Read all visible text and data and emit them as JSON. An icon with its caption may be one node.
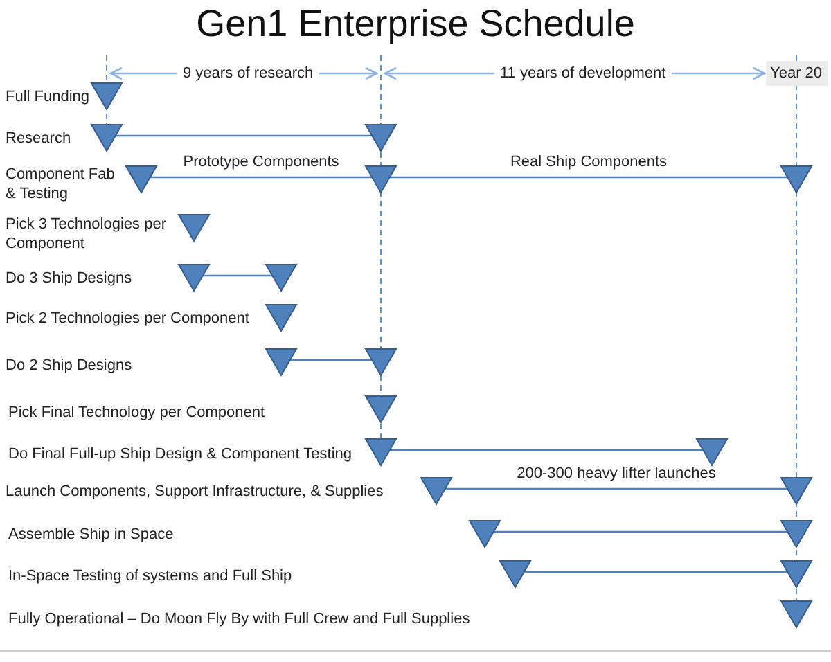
{
  "diagram": {
    "title": "Gen1 Enterprise Schedule",
    "nodes": [
      {
        "text": [],
        "shape": "triangle"
      },
      {
        "text": [],
        "shape": "triangle"
      },
      {
        "text": [],
        "shape": "triangle"
      },
      {
        "text": [],
        "shape": "triangle"
      },
      {
        "text": [],
        "shape": "triangle"
      },
      {
        "text": [],
        "shape": "triangle"
      },
      {
        "text": [],
        "shape": "triangle"
      },
      {
        "text": [],
        "shape": "triangle"
      },
      {
        "text": [],
        "shape": "triangle"
      },
      {
        "text": [],
        "shape": "triangle"
      },
      {
        "text": [],
        "shape": "triangle"
      },
      {
        "text": [],
        "shape": "triangle"
      },
      {
        "text": [],
        "shape": "triangle"
      },
      {
        "text": [],
        "shape": "triangle"
      },
      {
        "text": [],
        "shape": "triangle"
      },
      {
        "text": [],
        "shape": "triangle"
      },
      {
        "text": [],
        "shape": "triangle"
      },
      {
        "text": [],
        "shape": "triangle"
      },
      {
        "text": [],
        "shape": "triangle"
      },
      {
        "text": [],
        "shape": "triangle"
      },
      {
        "text": [],
        "shape": "triangle"
      },
      {
        "text": [],
        "shape": "triangle"
      }
    ],
    "edges": [
      {
        "from": 1,
        "to": 2,
        "arrow": "none"
      },
      {
        "from": 3,
        "to": 4,
        "arrow": "none",
        "label": "Prototype Components"
      },
      {
        "from": 4,
        "to": 5,
        "arrow": "none",
        "label": "Real Ship Components"
      },
      {
        "from": 7,
        "to": 8,
        "arrow": "none"
      },
      {
        "from": 10,
        "to": 11,
        "arrow": "none"
      },
      {
        "from": 13,
        "to": 14,
        "arrow": "none"
      },
      {
        "from": 15,
        "to": 16,
        "arrow": "none",
        "label": "200-300 heavy lifter launches"
      },
      {
        "from": 17,
        "to": 18,
        "arrow": "none"
      },
      {
        "from": 19,
        "to": 20,
        "arrow": "none"
      }
    ],
    "labels": [
      "9 years of research",
      "11 years of development",
      "Year 20",
      "Full Funding",
      "Research",
      "Component Fab & Testing",
      "Pick 3 Technologies per Component",
      "Do 3 Ship Designs",
      "Pick 2 Technologies per Component",
      "Do 2 Ship Designs",
      "Pick Final Technology per Component",
      "Do Final Full-up Ship Design & Component Testing",
      "Launch Components, Support Infrastructure, & Supplies",
      "Assemble Ship in Space",
      "In-Space Testing of systems and Full Ship",
      "Fully Operational – Do Moon Fly By with Full Crew and Full Supplies"
    ]
  }
}
